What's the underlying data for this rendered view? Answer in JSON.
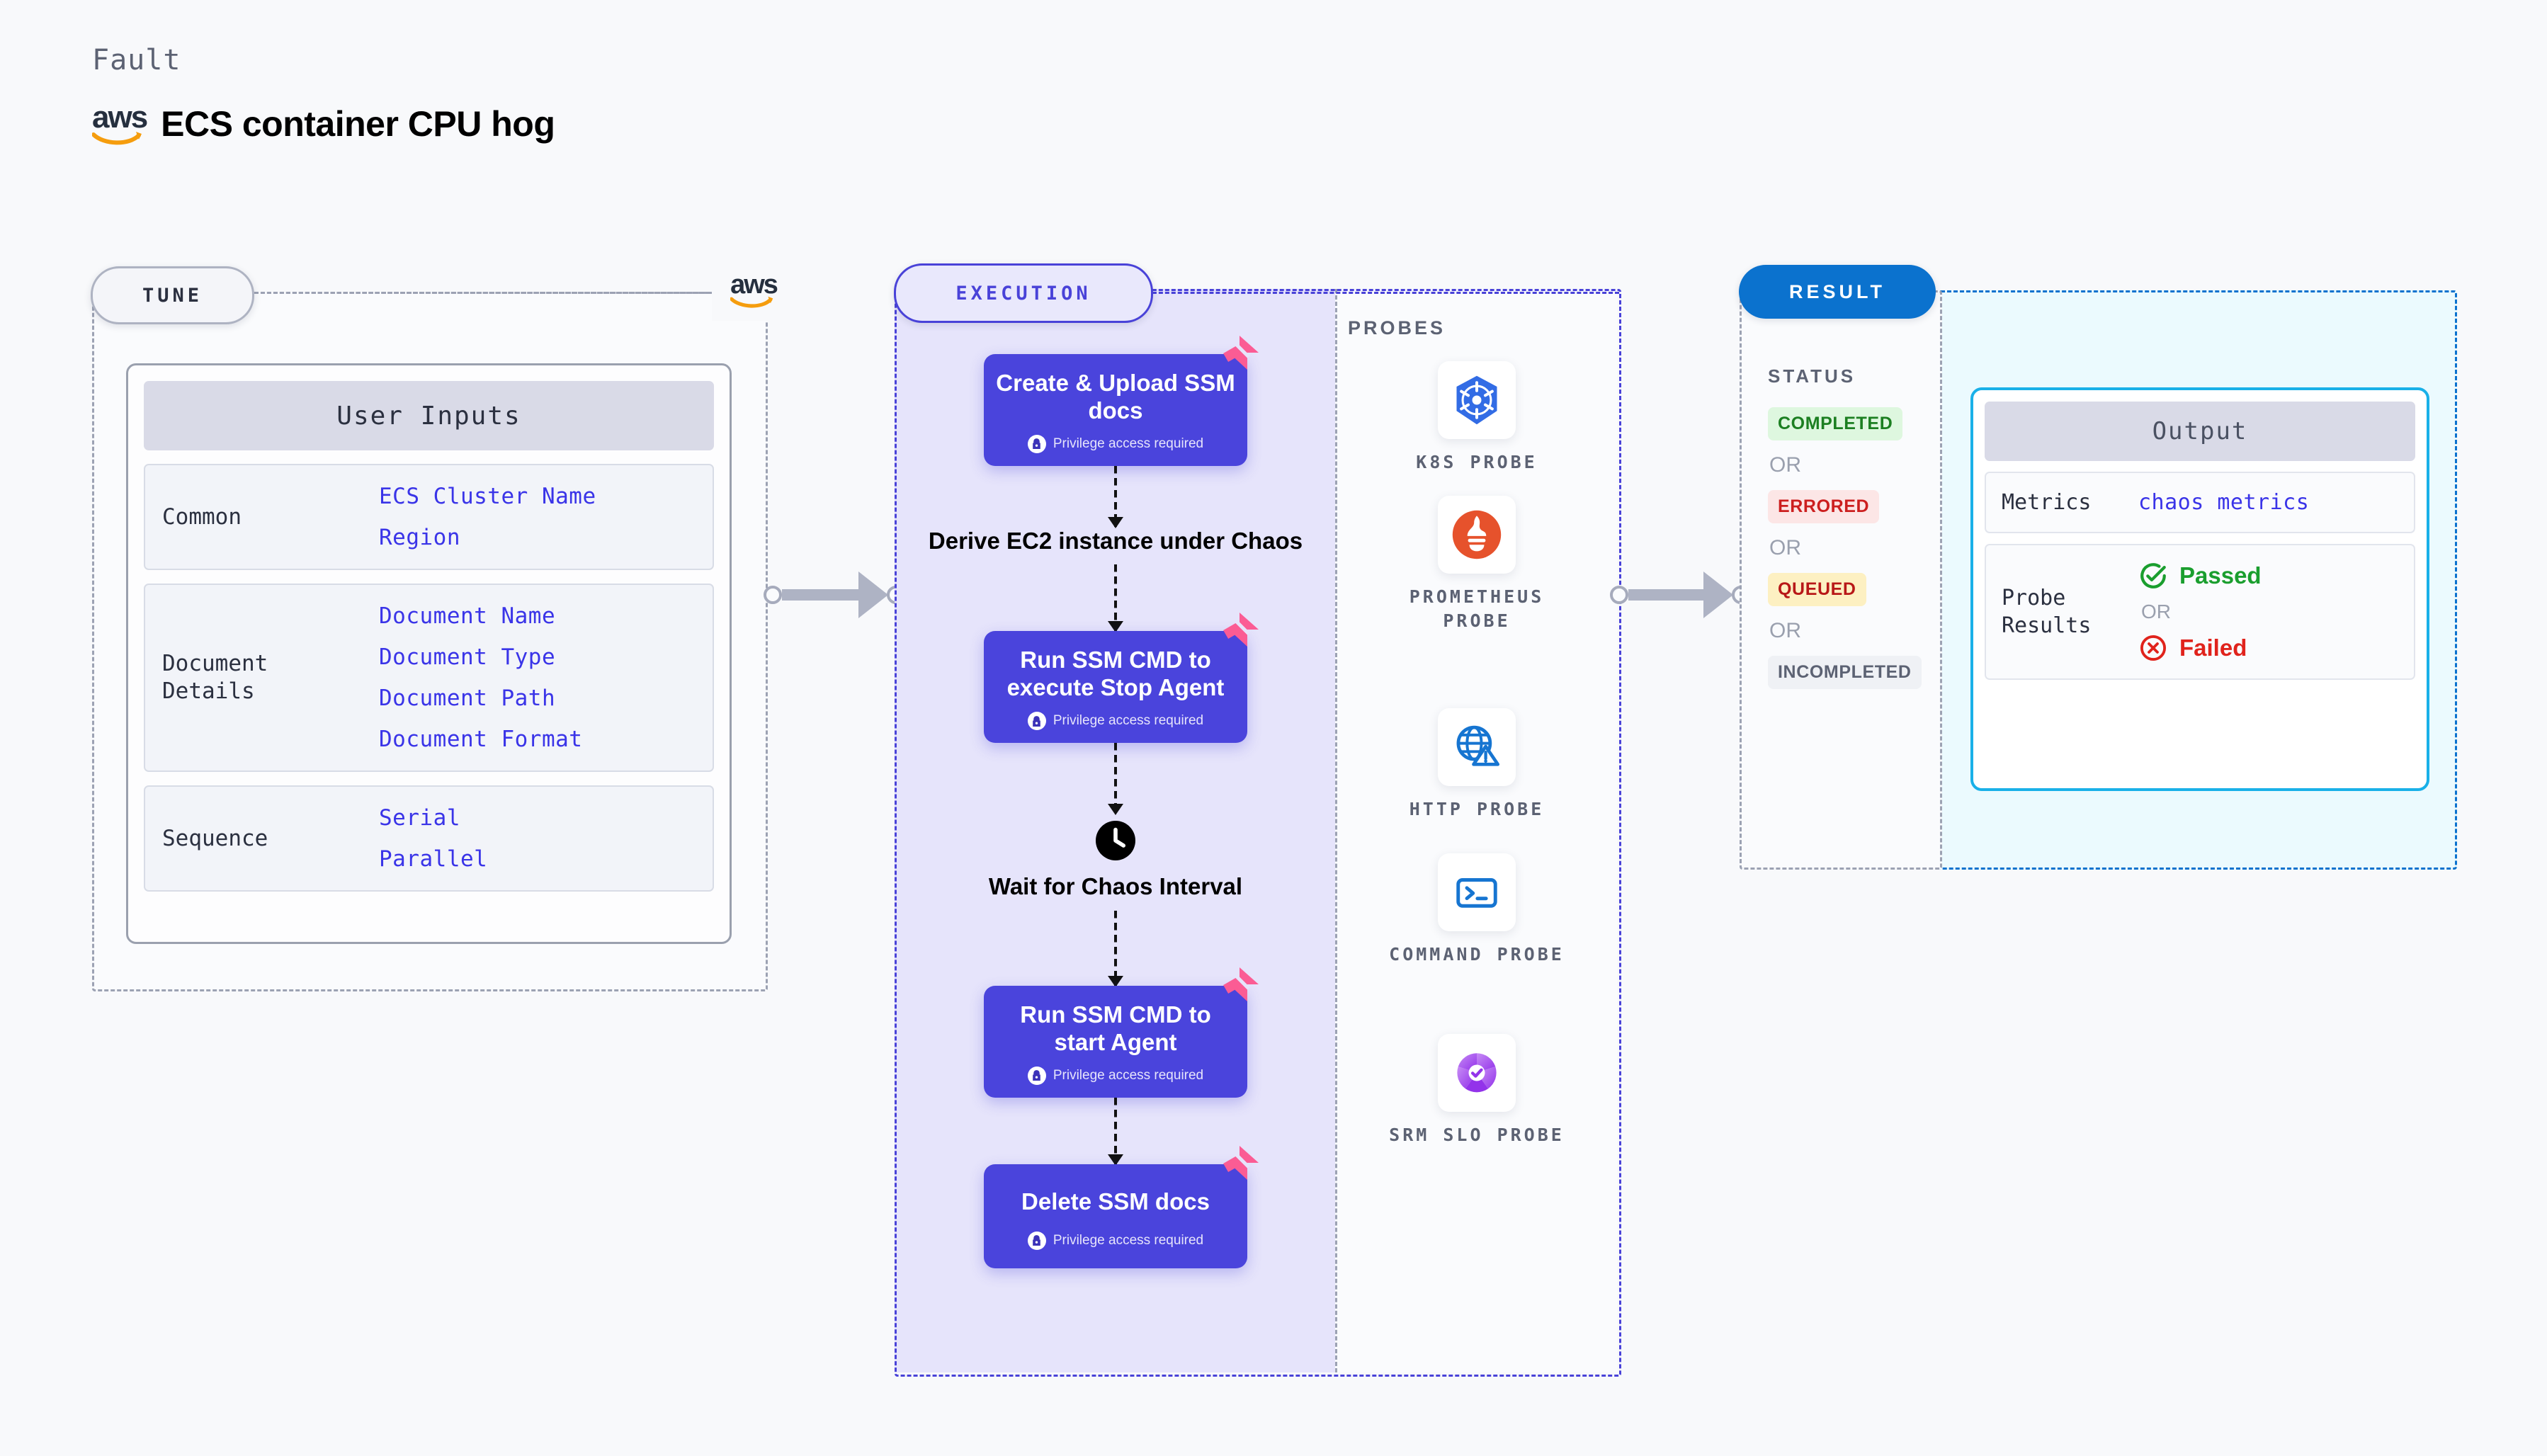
{
  "header": {
    "eyebrow": "Fault",
    "title": "ECS container CPU hog",
    "logo_icon": "aws-logo-icon",
    "logo_word": "aws"
  },
  "tune": {
    "pill_label": "TUNE",
    "logo_icon": "aws-logo-icon",
    "logo_word": "aws",
    "card_title": "User Inputs",
    "groups": [
      {
        "label": "Common",
        "values": [
          "ECS Cluster Name",
          "Region"
        ]
      },
      {
        "label": "Document\nDetails",
        "values": [
          "Document Name",
          "Document Type",
          "Document Path",
          "Document Format"
        ]
      },
      {
        "label": "Sequence",
        "values": [
          "Serial",
          "Parallel"
        ]
      }
    ]
  },
  "execution": {
    "pill_label": "EXECUTION",
    "privilege_note": "Privilege access required",
    "lock_icon": "lock-icon",
    "fault_badge_icon": "chaos-fault-badge-icon",
    "clock_icon": "clock-icon",
    "steps": [
      {
        "type": "block",
        "title": "Create & Upload SSM docs",
        "privileged": true
      },
      {
        "type": "plain",
        "title": "Derive EC2 instance under Chaos"
      },
      {
        "type": "block",
        "title": "Run SSM CMD to execute Stop Agent",
        "privileged": true
      },
      {
        "type": "plain",
        "title": "Wait for Chaos Interval",
        "icon": "clock-icon"
      },
      {
        "type": "block",
        "title": "Run SSM CMD to start Agent",
        "privileged": true
      },
      {
        "type": "block",
        "title": "Delete SSM docs",
        "privileged": true
      }
    ]
  },
  "probes": {
    "section_label": "PROBES",
    "items": [
      {
        "label": "K8S PROBE",
        "icon": "kubernetes-icon"
      },
      {
        "label": "PROMETHEUS PROBE",
        "icon": "prometheus-icon"
      },
      {
        "label": "HTTP PROBE",
        "icon": "http-globe-warning-icon"
      },
      {
        "label": "COMMAND PROBE",
        "icon": "terminal-icon"
      },
      {
        "label": "SRM SLO PROBE",
        "icon": "srm-slo-icon"
      }
    ]
  },
  "result": {
    "pill_label": "RESULT",
    "status_label": "STATUS",
    "or_text": "OR",
    "statuses": [
      {
        "label": "COMPLETED",
        "bg": "#DEF7DF",
        "color": "#1C7F21"
      },
      {
        "label": "ERRORED",
        "bg": "#FCE6E6",
        "color": "#CC1F1F"
      },
      {
        "label": "QUEUED",
        "bg": "#FDF0C2",
        "color": "#B81818"
      },
      {
        "label": "INCOMPLETED",
        "bg": "#EFF1F5",
        "color": "#5C6273"
      }
    ],
    "output": {
      "title": "Output",
      "metrics_label": "Metrics",
      "metrics_value": "chaos metrics",
      "probe_results_label": "Probe\nResults",
      "passed_label": "Passed",
      "failed_label": "Failed",
      "or_text": "OR",
      "passed_icon": "check-circle-icon",
      "failed_icon": "x-circle-icon"
    }
  },
  "colors": {
    "block_purple": "#4A44DC",
    "execution_bg": "#E6E4FB",
    "execution_border": "#4942D8",
    "result_blue": "#0B72CE",
    "output_border": "#19B0E8",
    "output_bg": "#EBFAFE",
    "fault_pink": "#FB5C94",
    "link_blue": "#3A34E8",
    "aws_orange": "#F59D0E"
  }
}
